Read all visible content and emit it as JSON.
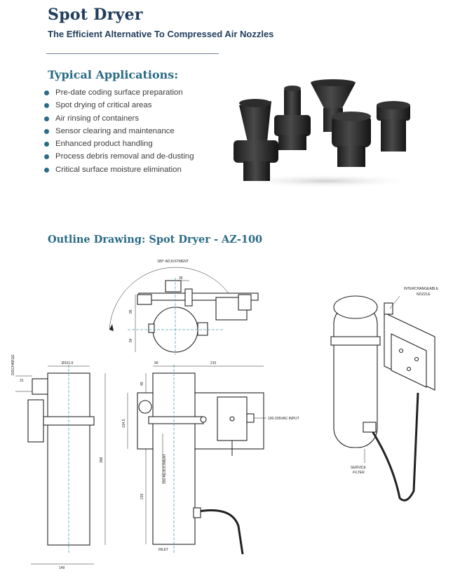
{
  "header": {
    "title": "Spot Dryer",
    "subtitle": "The Efficient Alternative To Compressed Air Nozzles"
  },
  "applications": {
    "heading": "Typical Applications:",
    "items": [
      "Pre-date coding surface preparation",
      "Spot drying of critical areas",
      "Air rinsing of containers",
      "Sensor clearing and maintenance",
      "Enhanced product handling",
      "Process debris removal and de-dusting",
      "Critical surface moisture elimination"
    ]
  },
  "drawing": {
    "heading": "Outline Drawing: Spot Dryer - AZ-100",
    "labels": {
      "adjust_180": "180° ADJUSTMENT",
      "adjust_150": "150 ADJUSTMENT",
      "discharge": "DISCHARGE",
      "power_input": "100-205VAC INPUT",
      "inlet": "INLET",
      "interchangeable_1": "INTERCHANGEABLE",
      "interchangeable_2": "NOZZLE",
      "service_1": "SERVICE",
      "service_2": "FILTER"
    },
    "dims": {
      "d35": "35",
      "d95": "95",
      "d54": "54",
      "diam": "Ø101.6",
      "d31": "31",
      "d90": "90",
      "d210": "210",
      "d49": "49",
      "d134": "134.5",
      "d215": "215",
      "d398": "398",
      "d149": "149"
    }
  }
}
